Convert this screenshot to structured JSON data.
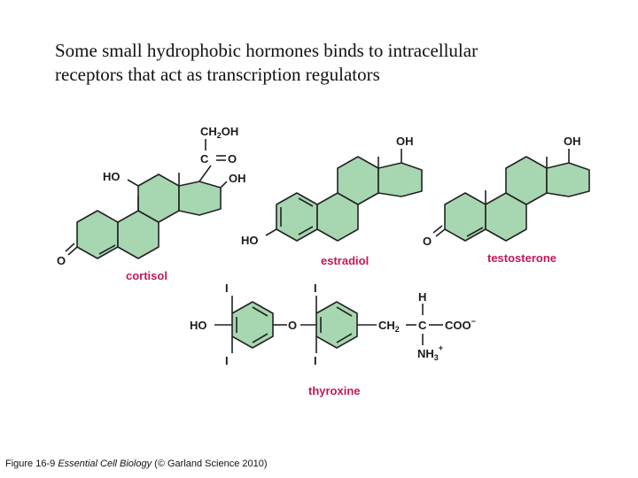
{
  "title": {
    "line1": "Some small hydrophobic hormones binds to intracellular",
    "line2": "receptors that act as transcription regulators"
  },
  "molecules": {
    "cortisol": {
      "name": "cortisol",
      "sidechain_top": "CH",
      "sidechain_sub": "2",
      "sidechain_oh": "OH",
      "carbonyl_c": "C",
      "carbonyl_o": "O",
      "oh_right": "OH",
      "ho_left": "HO",
      "o_ketone": "O"
    },
    "estradiol": {
      "name": "estradiol",
      "oh_top": "OH",
      "ho_left": "HO"
    },
    "testosterone": {
      "name": "testosterone",
      "oh_top": "OH",
      "o_ketone": "O"
    },
    "thyroxine": {
      "name": "thyroxine",
      "ho_left": "HO",
      "iodine": "I",
      "bridge_o": "O",
      "ch": "CH",
      "ch_sub": "2",
      "c": "C",
      "h": "H",
      "coo": "COO",
      "coo_charge": "−",
      "nh": "NH",
      "nh_sub": "3",
      "nh_charge": "+"
    }
  },
  "caption": {
    "figure": "Figure 16-9",
    "book": "Essential Cell Biology",
    "publisher": "(© Garland Science 2010)"
  },
  "colors": {
    "ring_fill": "#a7d7b1",
    "name_color": "#c2185b"
  }
}
